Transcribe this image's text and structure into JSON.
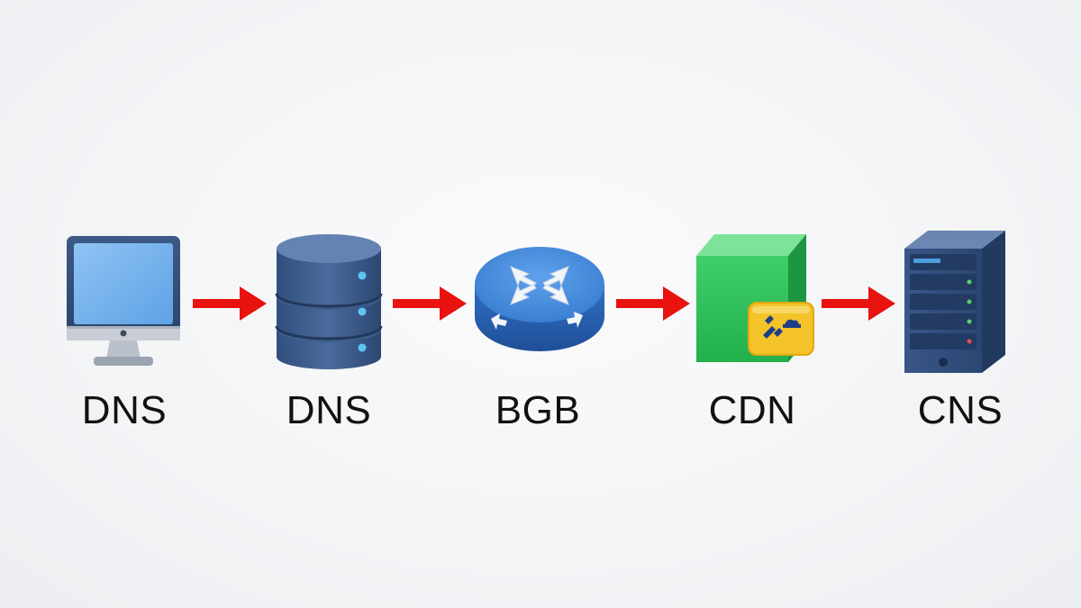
{
  "colors": {
    "arrow": "#e8130f",
    "label": "#111111"
  },
  "nodes": [
    {
      "label": "DNS",
      "icon": "computer-monitor-icon"
    },
    {
      "label": "DNS",
      "icon": "database-stack-icon"
    },
    {
      "label": "BGB",
      "icon": "router-icon"
    },
    {
      "label": "CDN",
      "icon": "green-cube-cache-icon"
    },
    {
      "label": "CNS",
      "icon": "server-tower-icon"
    }
  ]
}
